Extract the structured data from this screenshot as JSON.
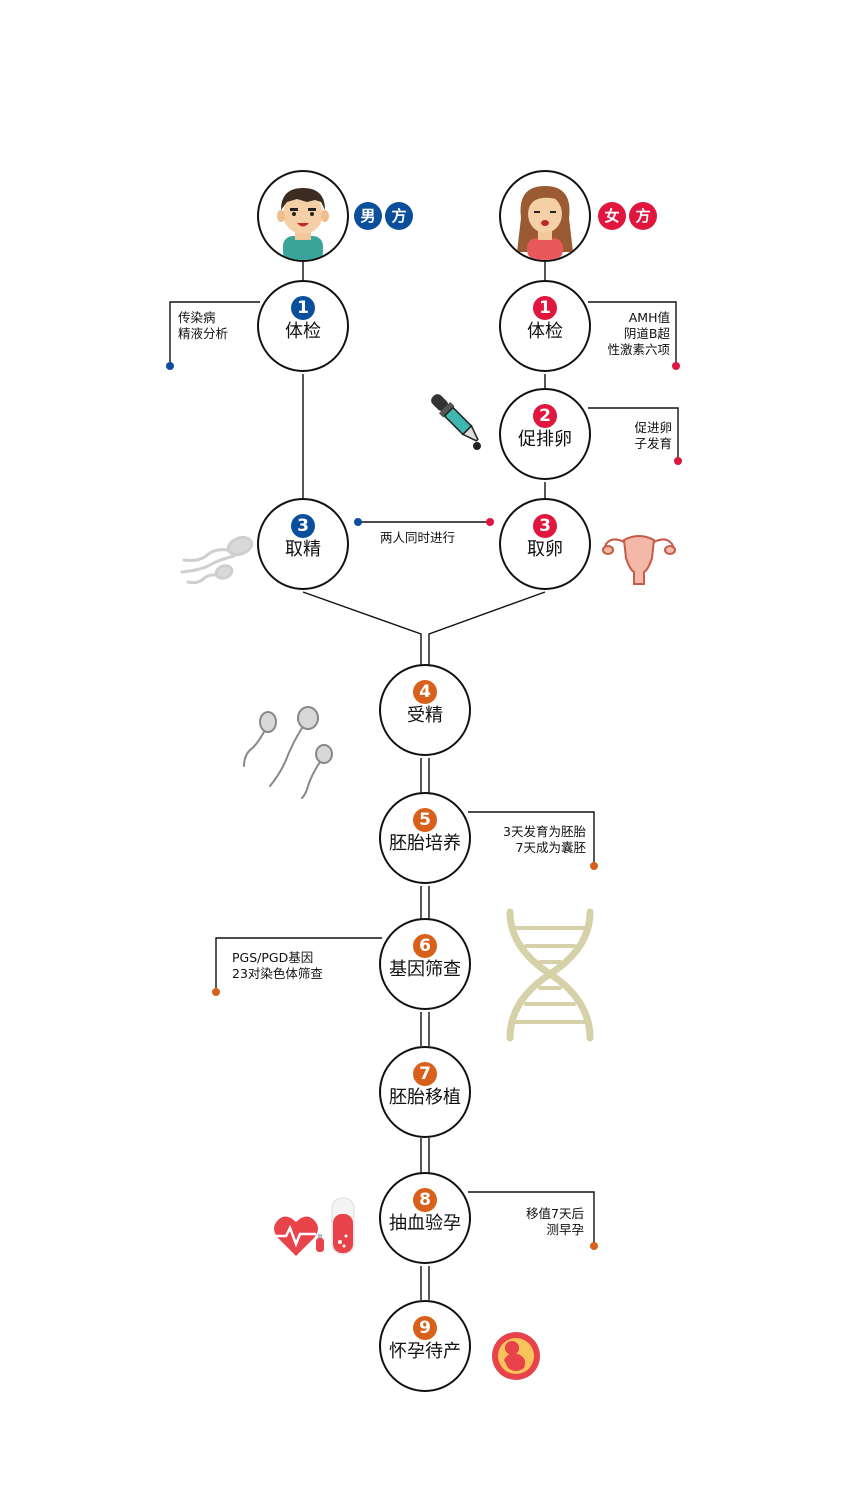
{
  "male": {
    "tag_chars": [
      "男",
      "方"
    ],
    "step1": {
      "num": "1",
      "label": "体检",
      "note": [
        "传染病",
        "精液分析"
      ]
    },
    "step3": {
      "num": "3",
      "label": "取精"
    }
  },
  "female": {
    "tag_chars": [
      "女",
      "方"
    ],
    "step1": {
      "num": "1",
      "label": "体检",
      "note": [
        "AMH值",
        "阴道B超",
        "性激素六项"
      ]
    },
    "step2": {
      "num": "2",
      "label": "促排卵",
      "note": [
        "促进卵",
        "子发育"
      ]
    },
    "step3": {
      "num": "3",
      "label": "取卵"
    }
  },
  "same_time_note": "两人同时进行",
  "steps": {
    "s4": {
      "num": "4",
      "label": "受精"
    },
    "s5": {
      "num": "5",
      "label": "胚胎培养",
      "note": [
        "3天发育为胚胎",
        "7天成为囊胚"
      ]
    },
    "s6": {
      "num": "6",
      "label": "基因筛查",
      "note": [
        "PGS/PGD基因",
        "23对染色体筛查"
      ]
    },
    "s7": {
      "num": "7",
      "label": "胚胎移植"
    },
    "s8": {
      "num": "8",
      "label": "抽血验孕",
      "note": [
        "移值7天后",
        "测早孕"
      ]
    },
    "s9": {
      "num": "9",
      "label": "怀孕待产"
    }
  },
  "icons": [
    "man-avatar-icon",
    "woman-avatar-icon",
    "dropper-icon",
    "sperm-icon",
    "uterus-icon",
    "dna-icon",
    "heartbeat-icon",
    "test-tube-icon",
    "baby-icon"
  ],
  "colors": {
    "male": "#0b4e9b",
    "female": "#e0163f",
    "shared": "#d8601a"
  }
}
